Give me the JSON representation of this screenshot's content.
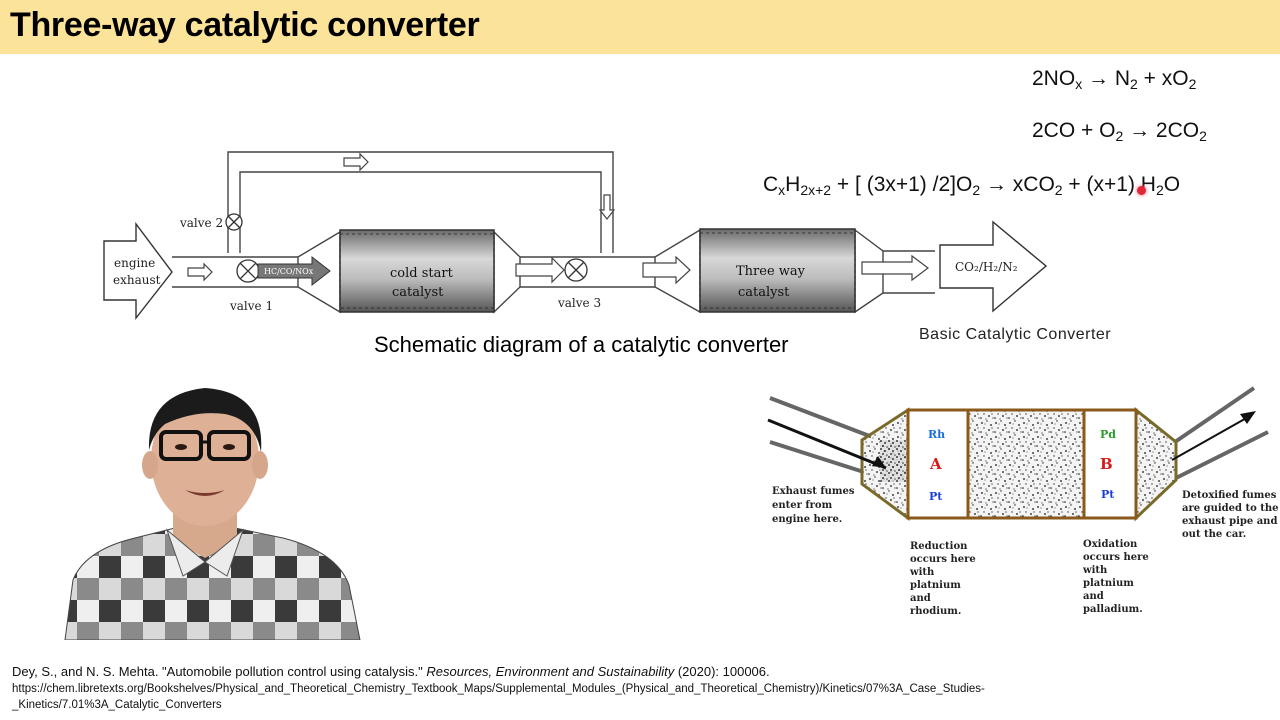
{
  "title": "Three-way catalytic converter",
  "equations": {
    "eq1": {
      "a": "2NO",
      "a_sub": "x",
      "b": " → N",
      "b_sub": "2",
      "c": " + xO",
      "c_sub": "2"
    },
    "eq2": {
      "a": "2CO + O",
      "a_sub": "2",
      "b": " → 2CO",
      "b_sub": "2"
    },
    "eq3": {
      "a": "C",
      "a_sub": "x",
      "b": "H",
      "b_sub": "2x+2",
      "c": " + [ (3x+1) /2]O",
      "c_sub": "2",
      "d": " → xCO",
      "d_sub": "2",
      "e": " + (x+1) H",
      "e_sub": "2",
      "f": "O"
    }
  },
  "schematic": {
    "engine_exhaust": [
      "engine",
      "exhaust"
    ],
    "valve1": "valve 1",
    "valve2": "valve 2",
    "valve3": "valve 3",
    "pipe_label": "HC/CO/NOx",
    "cold_start": [
      "cold start",
      "catalyst"
    ],
    "three_way": [
      "Three way",
      "catalyst"
    ],
    "output": "CO₂/H₂/N₂",
    "caption": "Schematic diagram of a catalytic converter"
  },
  "basic_converter": {
    "caption": "Basic Catalytic Converter",
    "chamber_a": {
      "top": "Rh",
      "letter": "A",
      "bottom": "Pt"
    },
    "chamber_b": {
      "top": "Pd",
      "letter": "B",
      "bottom": "Pt"
    },
    "exhaust_note": [
      "Exhaust fumes",
      "enter from",
      "engine here."
    ],
    "detox_note": [
      "Detoxified fumes",
      "are guided to the",
      "exhaust pipe and",
      "out the car."
    ],
    "reduction_note": [
      "Reduction",
      "occurs here",
      "with",
      "platnium",
      "and",
      "rhodium."
    ],
    "oxidation_note": [
      "Oxidation",
      "occurs here",
      "with",
      "platnium",
      "and",
      "palladium."
    ]
  },
  "citation": {
    "line1_a": "Dey, S., and N. S. Mehta. \"Automobile pollution control using catalysis.\" ",
    "line1_journal": "Resources, Environment and Sustainability",
    "line1_b": " (2020): 100006.",
    "line2": "https://chem.libretexts.org/Bookshelves/Physical_and_Theoretical_Chemistry_Textbook_Maps/Supplemental_Modules_(Physical_and_Theoretical_Chemistry)/Kinetics/07%3A_Case_Studies-",
    "line3": "_Kinetics/7.01%3A_Catalytic_Converters"
  },
  "colors": {
    "title_bar": "#fbe39a",
    "chamber_red": "#d81a1a",
    "chamber_blue": "#1a3fd8",
    "chamber_green": "#2a9a2a",
    "frame_brown": "#8a5a1a"
  }
}
